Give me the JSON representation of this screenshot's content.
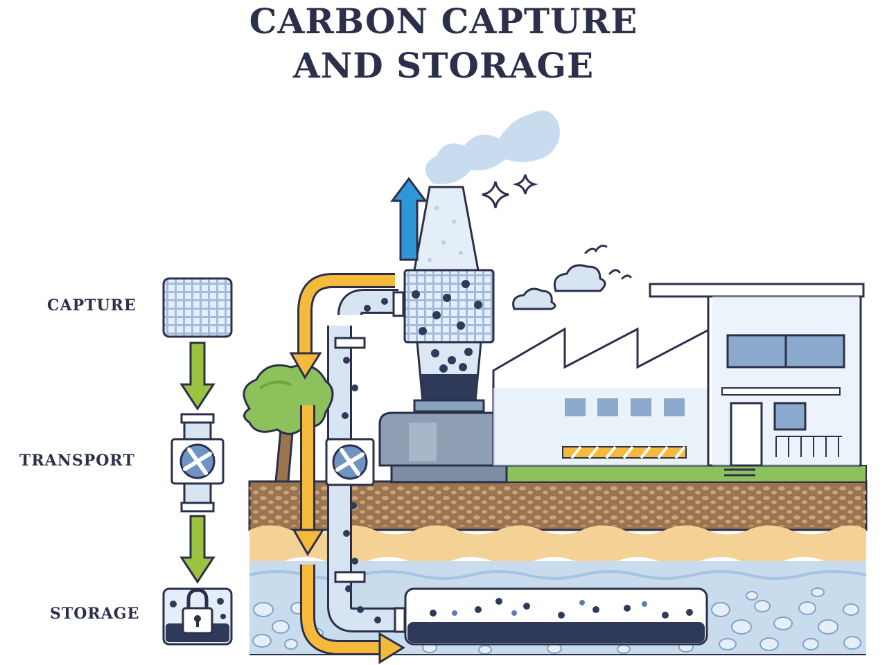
{
  "title": {
    "line1": "CARBON CAPTURE",
    "line2": "AND STORAGE"
  },
  "steps": [
    {
      "label": "CAPTURE"
    },
    {
      "label": "TRANSPORT"
    },
    {
      "label": "STORAGE"
    }
  ],
  "colors": {
    "ink": "#2b2f4a",
    "pipe_blue": "#c9dcef",
    "arrow_orange": "#f5b93c",
    "arrow_green": "#9bc340",
    "arrow_blue": "#2f97d6",
    "soil_brown": "#9b7550",
    "sand": "#f4d296",
    "water": "#b9d2ea",
    "grass": "#8dc15b"
  },
  "icons": [
    "filter-grid-icon",
    "fan-valve-icon",
    "padlock-icon",
    "tree-icon",
    "cloud-icon",
    "bird-icon",
    "sparkle-icon",
    "smoke-icon"
  ]
}
